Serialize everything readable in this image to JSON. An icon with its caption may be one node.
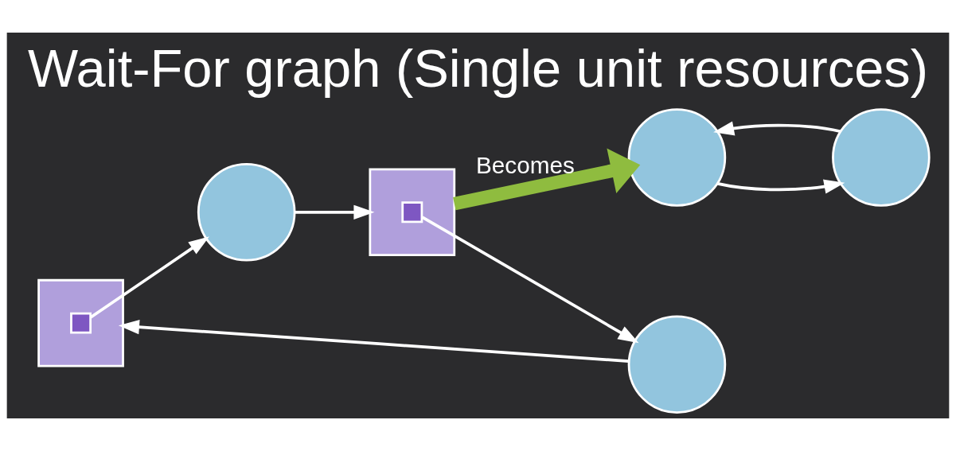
{
  "diagram": {
    "title": "Wait-For graph (Single unit resources)",
    "nodes": [
      {
        "text": [],
        "shape": "box"
      },
      {
        "text": [],
        "shape": "box",
        "in": 0
      },
      {
        "text": [],
        "shape": "circle"
      },
      {
        "text": [],
        "shape": "box"
      },
      {
        "text": [],
        "shape": "box",
        "in": 3
      },
      {
        "text": [],
        "shape": "circle"
      },
      {
        "text": [],
        "shape": "circle"
      },
      {
        "text": [],
        "shape": "circle"
      }
    ],
    "edges": [
      {
        "from": 1,
        "to": 2,
        "arrow": "to"
      },
      {
        "from": 2,
        "to": 3,
        "arrow": "to"
      },
      {
        "from": 4,
        "to": 5,
        "arrow": "to"
      },
      {
        "from": 5,
        "to": 0,
        "arrow": "to"
      },
      {
        "from": 3,
        "to": 6,
        "arrow": "to",
        "label": "Becomes",
        "style": "thick",
        "color": "#8fbc3f"
      },
      {
        "from": 7,
        "to": 6,
        "arrow": "to"
      },
      {
        "from": 6,
        "to": 7,
        "arrow": "to"
      }
    ]
  }
}
